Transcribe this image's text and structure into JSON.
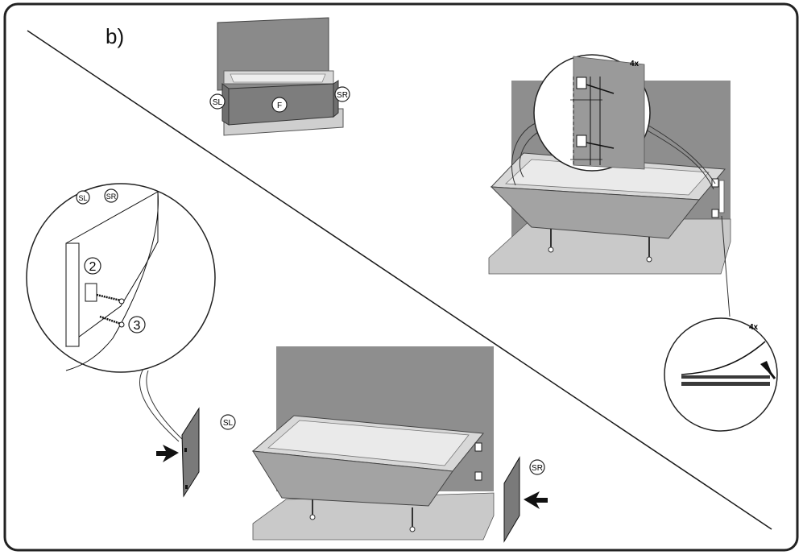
{
  "step_label": "b)",
  "panel_labels": {
    "sl": "SL",
    "sr": "SR",
    "f": "F"
  },
  "callouts": {
    "step_2": "2",
    "step_3": "3",
    "qty_top": "4x",
    "qty_right": "4x"
  },
  "colors": {
    "frame": "#222222",
    "panel_dark": "#7d7d7d",
    "wall": "#8e8e8e",
    "floor": "#c9c9c9",
    "tub_rim": "#d8d8d8",
    "tub_body": "#a3a3a3",
    "line": "#1a1a1a",
    "white": "#ffffff"
  },
  "icons": [
    "arrow-icon",
    "screw-icon",
    "bracket-icon",
    "foot-icon"
  ]
}
